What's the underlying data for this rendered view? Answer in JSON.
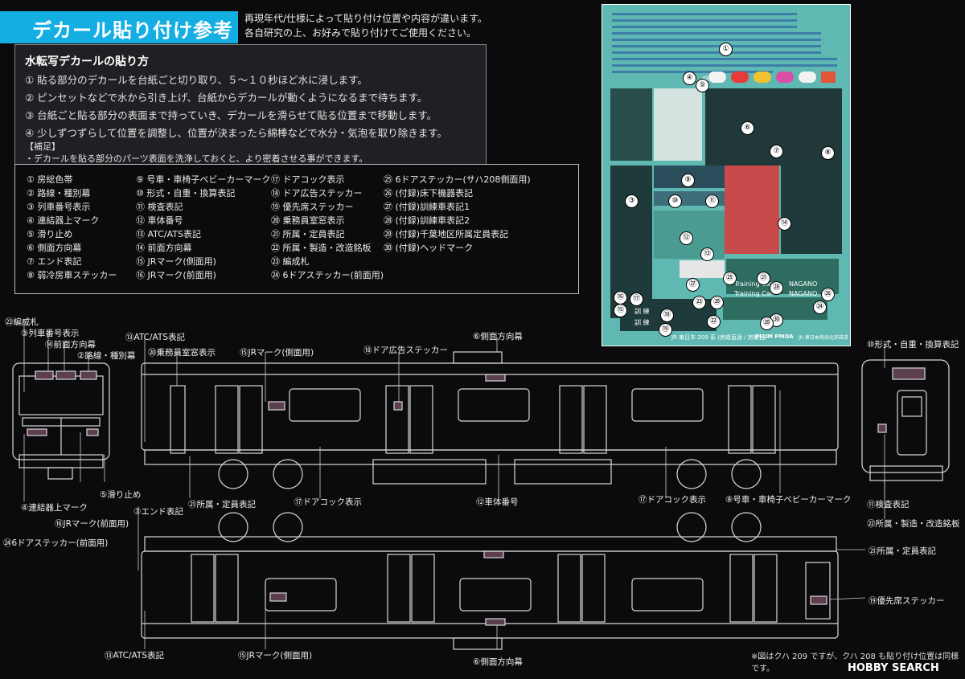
{
  "header": {
    "title": "デカール貼り付け参考",
    "intro_line1": "再現年代/仕様によって貼り付け位置や内容が違います。",
    "intro_line2": "各自研究の上、お好みで貼り付けてご使用ください。"
  },
  "instructions": {
    "heading": "水転写デカールの貼り方",
    "steps": [
      "① 貼る部分のデカールを台紙ごと切り取り、５～１０秒ほど水に浸します。",
      "② ピンセットなどで水から引き上げ、台紙からデカールが動くようになるまで待ちます。",
      "③ 台紙ごと貼る部分の表面まで持っていき、デカールを滑らせて貼る位置まで移動します。",
      "④ 少しずつずらして位置を調整し、位置が決まったら綿棒などで水分・気泡を取り除きます。"
    ],
    "supplement_heading": "【補足】",
    "supplement": "・デカールを貼る部分のパーツ表面を洗浄しておくと、より密着させる事ができます。"
  },
  "legend": {
    "col1": [
      "① 房総色帯",
      "② 路線・種別幕",
      "③ 列車番号表示",
      "④ 連結器上マーク",
      "⑤ 滑り止め",
      "⑥ 側面方向幕",
      "⑦ エンド表記",
      "⑧ 弱冷房車ステッカー"
    ],
    "col2": [
      "⑨ 号車・車椅子ベビーカーマーク",
      "⑩ 形式・自重・換算表記",
      "⑪ 検査表記",
      "⑫ 車体番号",
      "⑬ ATC/ATS表記",
      "⑭ 前面方向幕",
      "⑮ JRマーク(側面用)",
      "⑯ JRマーク(前面用)"
    ],
    "col3": [
      "⑰ ドアコック表示",
      "⑱ ドア広告ステッカー",
      "⑲ 優先席ステッカー",
      "⑳ 乗務員室窓表示",
      "㉑ 所属・定員表記",
      "㉒ 所属・製造・改造銘板",
      "㉓ 編成札",
      "㉔ 6ドアステッカー(前面用)"
    ],
    "col4": [
      "㉕ 6ドアステッカー(サハ208側面用)",
      "㉖ (付録)床下機器表記",
      "㉗ (付録)訓練車表記1",
      "㉘ (付録)訓練車表記2",
      "㉙ (付録)千葉地区所属定員表記",
      "㉚ (付録)ヘッドマーク"
    ]
  },
  "sheet": {
    "training1": "Training Car",
    "nagano1": "NAGANO",
    "training2": "Training Car",
    "nagano2": "NAGANO",
    "footer": "JR 東日本 209 系 (房総直通 / 房総色)",
    "brand": "PLUM PMOA",
    "footer2": "JR 東日本商品化許諾済",
    "jr": "JR",
    "kunren1": "訓 練",
    "kunren2": "訓 練",
    "pips": [
      "①",
      "④",
      "⑤",
      "⑥",
      "⑦",
      "⑧",
      "③",
      "⑨",
      "⑩",
      "⑪",
      "⑫",
      "⑬",
      "⑭",
      "㉑",
      "㉒",
      "㉕",
      "㉖",
      "㉗",
      "㉘",
      "㉙",
      "㉚",
      "⑮",
      "⑯",
      "⑰",
      "⑱",
      "⑲",
      "⑳",
      "㉓",
      "㉔",
      "⑳",
      "⑪"
    ]
  },
  "diagram": {
    "labels": {
      "l23": "㉓編成札",
      "l3": "③列車番号表示",
      "l14": "⑭前面方向幕",
      "l2": "②路線・種別幕",
      "l13a": "⑬ATC/ATS表記",
      "l20": "⑳乗務員室窓表示",
      "l15a": "⑮JRマーク(側面用)",
      "l18": "⑱ドア広告ステッカー",
      "l6a": "⑥側面方向幕",
      "l10": "⑩形式・自重・換算表記",
      "l4": "④連結器上マーク",
      "l5": "⑤滑り止め",
      "l16": "⑯JRマーク(前面用)",
      "l24": "㉔6ドアステッカー(前面用)",
      "l7": "⑦エンド表記",
      "l21a": "㉑所属・定員表記",
      "l17a": "⑰ドアコック表示",
      "l12": "⑫車体番号",
      "l17b": "⑰ドアコック表示",
      "l9": "⑨号車・車椅子ベビーカーマーク",
      "l11": "⑪検査表記",
      "l22": "㉒所属・製造・改造銘板",
      "l21b": "㉑所属・定員表記",
      "l19": "⑲優先席ステッカー",
      "l13b": "⑬ATC/ATS表記",
      "l15b": "⑮JRマーク(側面用)",
      "l6b": "⑥側面方向幕"
    },
    "note": "※図はクハ 209 ですが、クハ 208 も貼り付け位置は同様です。",
    "logo": "HOBBY SEARCH"
  }
}
